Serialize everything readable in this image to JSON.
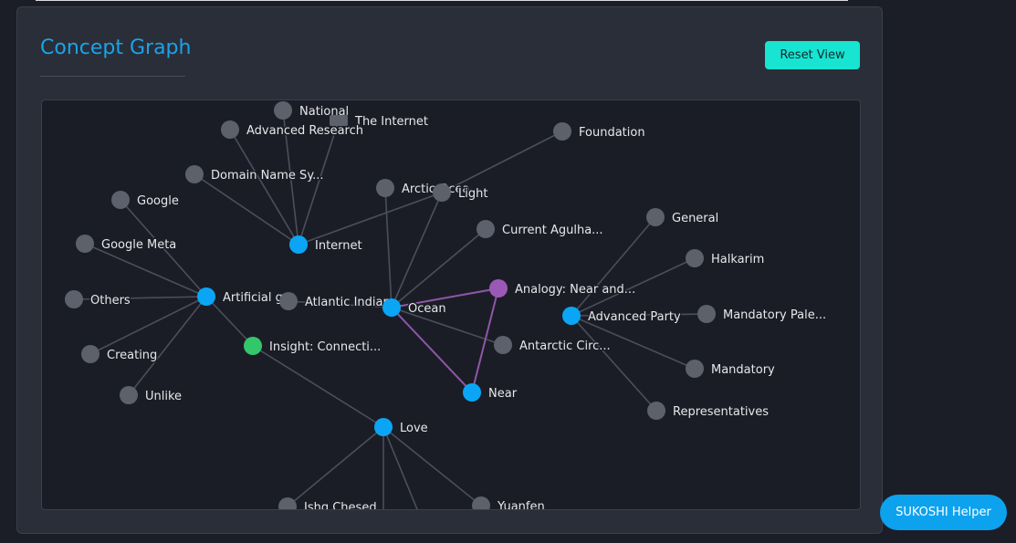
{
  "panel": {
    "title": "Concept Graph",
    "reset_label": "Reset View"
  },
  "helper": {
    "label": "SUKOSHI Helper"
  },
  "colors": {
    "hub": "#0aa6f5",
    "leaf": "#5c616b",
    "insight": "#33c76b",
    "analogy": "#9b59b6",
    "edge": "#4a4f5b",
    "analogy_edge": "#8e57a8"
  },
  "graph": {
    "nodes": [
      {
        "id": "national",
        "label": "National",
        "type": "leaf"
      },
      {
        "id": "the-internet",
        "label": "The Internet",
        "type": "leaf-square"
      },
      {
        "id": "advanced-research",
        "label": "Advanced Research",
        "type": "leaf"
      },
      {
        "id": "foundation",
        "label": "Foundation",
        "type": "leaf"
      },
      {
        "id": "domain-name",
        "label": "Domain Name Sy...",
        "type": "leaf"
      },
      {
        "id": "arctic",
        "label": "Arctic Ocea",
        "type": "leaf"
      },
      {
        "id": "light",
        "label": "Light",
        "type": "leaf"
      },
      {
        "id": "google",
        "label": "Google",
        "type": "leaf"
      },
      {
        "id": "internet",
        "label": "Internet",
        "type": "hub"
      },
      {
        "id": "current-agulhas",
        "label": "Current Agulha...",
        "type": "leaf"
      },
      {
        "id": "general",
        "label": "General",
        "type": "leaf"
      },
      {
        "id": "google-meta",
        "label": "Google Meta",
        "type": "leaf"
      },
      {
        "id": "halkarim",
        "label": "Halkarim",
        "type": "leaf"
      },
      {
        "id": "analogy",
        "label": "Analogy: Near and...",
        "type": "analogy"
      },
      {
        "id": "others",
        "label": "Others",
        "type": "leaf"
      },
      {
        "id": "artificial",
        "label": "Artificial g...",
        "type": "hub"
      },
      {
        "id": "atlantic-indian",
        "label": "Atlantic Indian",
        "type": "leaf"
      },
      {
        "id": "ocean",
        "label": "Ocean",
        "type": "hub"
      },
      {
        "id": "advanced-party",
        "label": "Advanced Party",
        "type": "hub"
      },
      {
        "id": "mandatory-pale",
        "label": "Mandatory Pale...",
        "type": "leaf"
      },
      {
        "id": "insight",
        "label": "Insight: Connecti...",
        "type": "insight"
      },
      {
        "id": "antarctic",
        "label": "Antarctic Circ...",
        "type": "leaf"
      },
      {
        "id": "creating",
        "label": "Creating",
        "type": "leaf"
      },
      {
        "id": "mandatory",
        "label": "Mandatory",
        "type": "leaf"
      },
      {
        "id": "unlike",
        "label": "Unlike",
        "type": "leaf"
      },
      {
        "id": "near",
        "label": "Near",
        "type": "hub"
      },
      {
        "id": "representatives",
        "label": "Representatives",
        "type": "leaf"
      },
      {
        "id": "love",
        "label": "Love",
        "type": "hub"
      },
      {
        "id": "ishq",
        "label": "Ishq Chesed",
        "type": "leaf"
      },
      {
        "id": "yuanfen",
        "label": "Yuanfen",
        "type": "leaf"
      },
      {
        "id": "love-b1",
        "label": "",
        "type": "offscreen"
      },
      {
        "id": "love-b2",
        "label": "",
        "type": "offscreen"
      }
    ],
    "edges": [
      [
        "internet",
        "national"
      ],
      [
        "internet",
        "the-internet"
      ],
      [
        "internet",
        "advanced-research"
      ],
      [
        "internet",
        "domain-name"
      ],
      [
        "internet",
        "light"
      ],
      [
        "light",
        "foundation"
      ],
      [
        "artificial",
        "google"
      ],
      [
        "artificial",
        "google-meta"
      ],
      [
        "artificial",
        "others"
      ],
      [
        "artificial",
        "creating"
      ],
      [
        "artificial",
        "unlike"
      ],
      [
        "artificial",
        "insight"
      ],
      [
        "ocean",
        "arctic"
      ],
      [
        "ocean",
        "light"
      ],
      [
        "ocean",
        "current-agulhas"
      ],
      [
        "ocean",
        "atlantic-indian"
      ],
      [
        "ocean",
        "antarctic"
      ],
      [
        "advanced-party",
        "general"
      ],
      [
        "advanced-party",
        "halkarim"
      ],
      [
        "advanced-party",
        "mandatory-pale"
      ],
      [
        "advanced-party",
        "mandatory"
      ],
      [
        "advanced-party",
        "representatives"
      ],
      [
        "insight",
        "love"
      ],
      [
        "love",
        "ishq"
      ],
      [
        "love",
        "yuanfen"
      ],
      [
        "love",
        "love-b1"
      ],
      [
        "love",
        "love-b2"
      ]
    ],
    "analogy_edges": [
      [
        "ocean",
        "analogy"
      ],
      [
        "analogy",
        "near"
      ],
      [
        "near",
        "ocean"
      ]
    ]
  }
}
